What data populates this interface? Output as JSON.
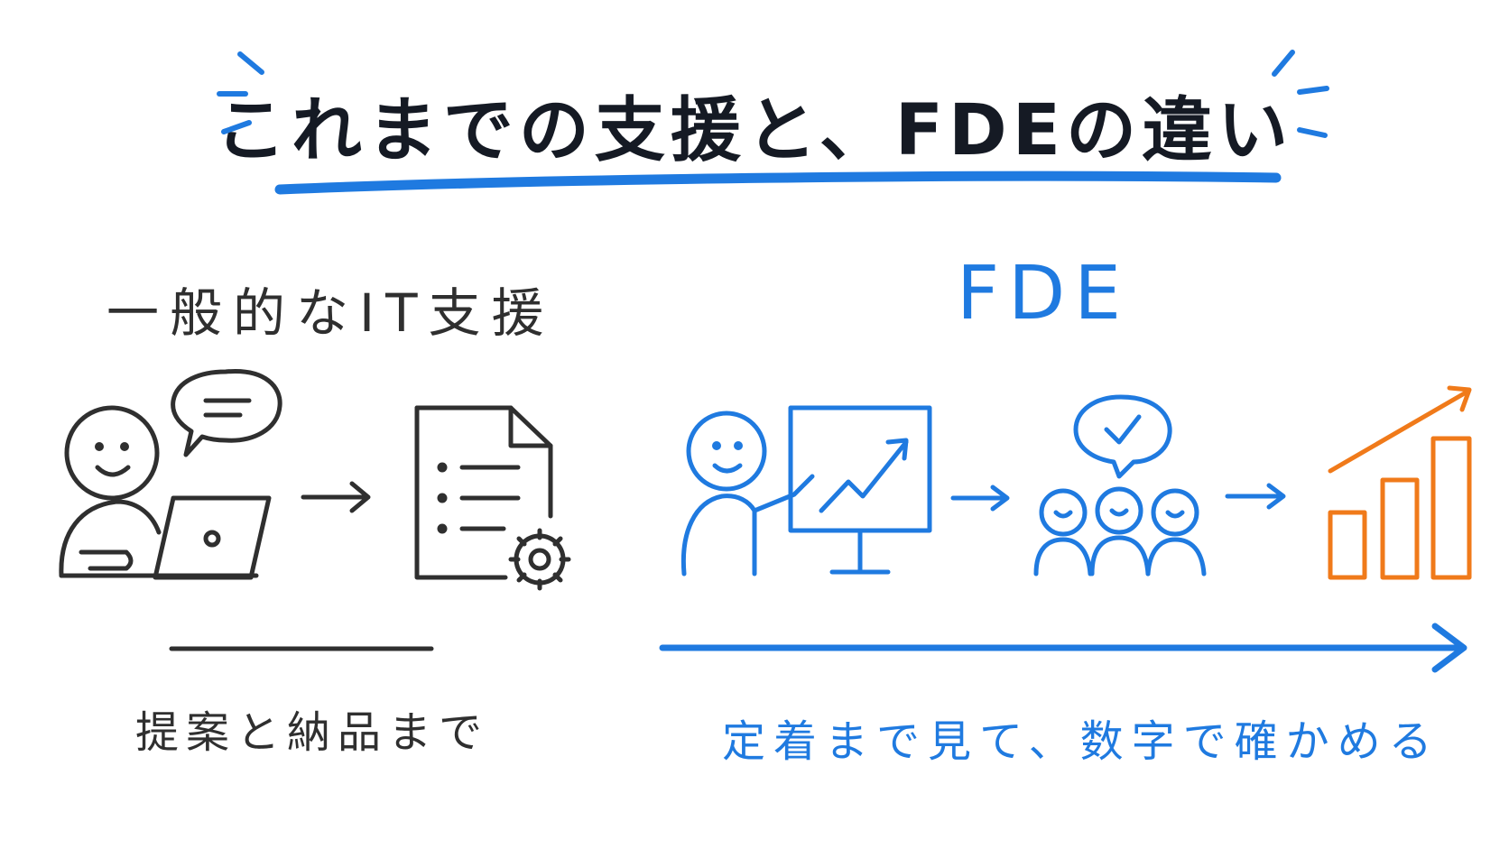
{
  "title": "これまでの支援と、FDEの違い",
  "left": {
    "heading": "一般的なIT支援",
    "caption": "提案と納品まで",
    "icons": [
      "person-at-laptop-icon",
      "speech-bubble-icon",
      "arrow-right-icon",
      "document-with-gear-icon"
    ]
  },
  "right": {
    "heading": "FDE",
    "caption": "定着まで見て、数字で確かめる",
    "icons": [
      "person-presenting-chart-icon",
      "arrow-right-icon",
      "team-with-check-bubble-icon",
      "arrow-right-icon",
      "growth-bar-chart-icon"
    ]
  },
  "colors": {
    "ink": "#2f2f2f",
    "title": "#151a24",
    "blue": "#1f7ae0",
    "orange": "#f07a1a"
  }
}
